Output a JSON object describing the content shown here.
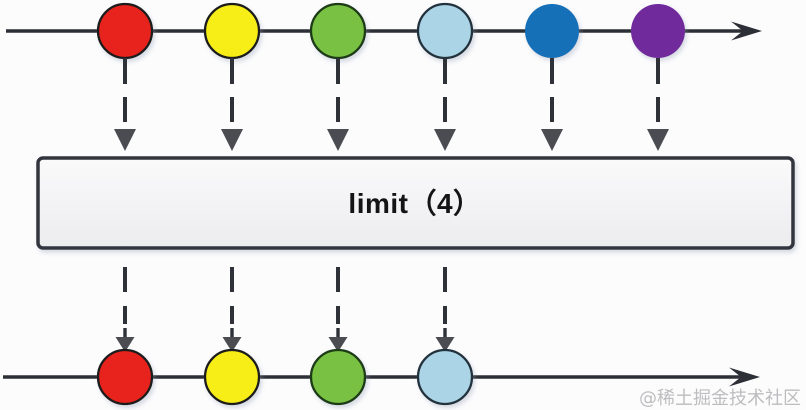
{
  "diagram": {
    "background": "#fcfcfd",
    "timeline_color": "#2d2f36",
    "dash_arrow_color": "#2f3138",
    "arrowhead_color": "#4a4c51",
    "operator": {
      "label": "limit（4）",
      "box_fill_top": "#fafafb",
      "box_fill_bottom": "#ececef",
      "box_border": "#33343c",
      "label_color": "#141414"
    },
    "source_stream": {
      "name": "source timeline",
      "marbles": [
        {
          "name": "red",
          "fill": "#e8231a",
          "stroke": "#1c1c1c"
        },
        {
          "name": "yellow",
          "fill": "#f6ee15",
          "stroke": "#1c1c1c"
        },
        {
          "name": "green",
          "fill": "#79c143",
          "stroke": "#1c3a14"
        },
        {
          "name": "light-blue",
          "fill": "#abd4e6",
          "stroke": "#23313d"
        },
        {
          "name": "blue",
          "fill": "#1370b8",
          "stroke": "none"
        },
        {
          "name": "purple",
          "fill": "#6f2a9c",
          "stroke": "none"
        }
      ]
    },
    "result_stream": {
      "name": "result timeline",
      "marbles": [
        {
          "name": "red",
          "fill": "#e8231a",
          "stroke": "#1c1c1c"
        },
        {
          "name": "yellow",
          "fill": "#f6ee15",
          "stroke": "#1c1c1c"
        },
        {
          "name": "green",
          "fill": "#79c143",
          "stroke": "#1c3a14"
        },
        {
          "name": "light-blue",
          "fill": "#abd4e6",
          "stroke": "#23313d"
        }
      ]
    },
    "watermark": {
      "text": "@稀土掘金技术社区",
      "color": "#bdbdbf"
    }
  }
}
